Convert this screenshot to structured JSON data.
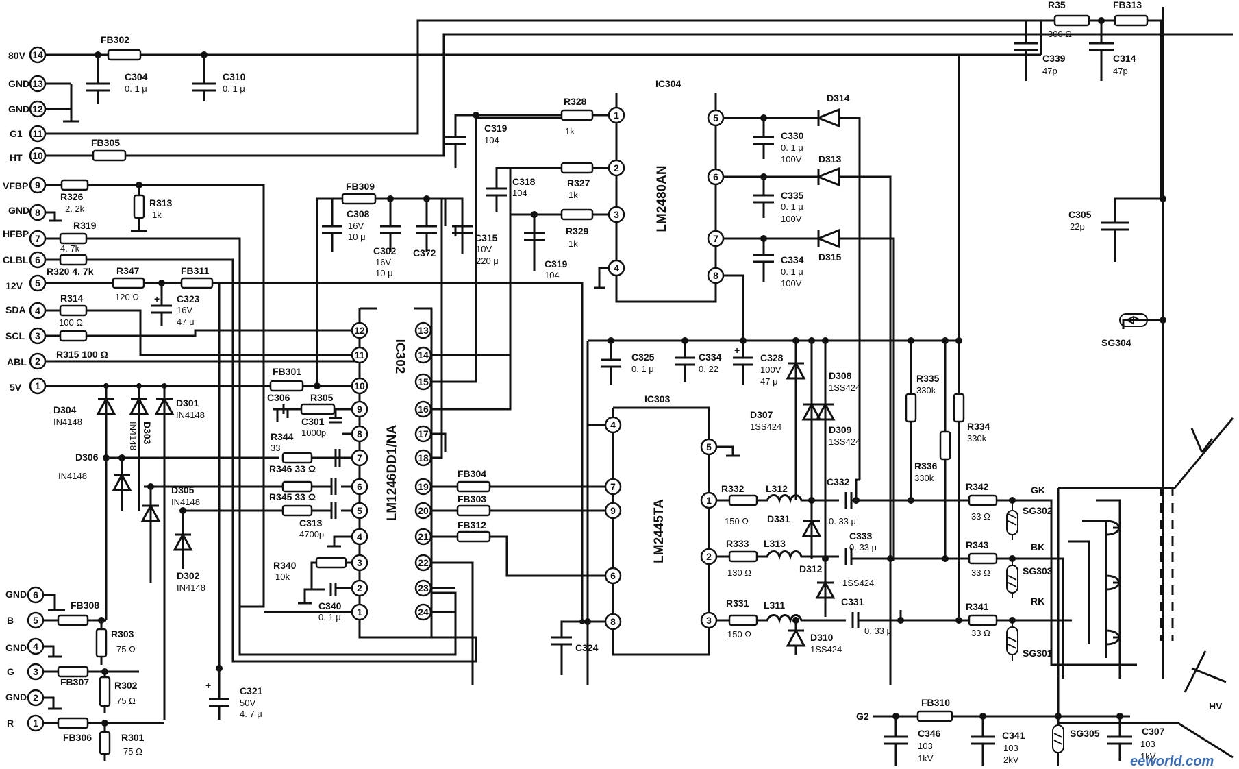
{
  "connector": [
    {
      "pin": "14",
      "net": "80V"
    },
    {
      "pin": "13",
      "net": "GND"
    },
    {
      "pin": "12",
      "net": "GND"
    },
    {
      "pin": "11",
      "net": "G1"
    },
    {
      "pin": "10",
      "net": "HT"
    },
    {
      "pin": "9",
      "net": "VFBP"
    },
    {
      "pin": "8",
      "net": "GND"
    },
    {
      "pin": "7",
      "net": "HFBP"
    },
    {
      "pin": "6",
      "net": "CLBL"
    },
    {
      "pin": "5",
      "net": "12V"
    },
    {
      "pin": "4",
      "net": "SDA"
    },
    {
      "pin": "3",
      "net": "SCL"
    },
    {
      "pin": "2",
      "net": "ABL"
    },
    {
      "pin": "1",
      "net": "5V"
    }
  ],
  "rgb_connector": [
    {
      "pin": "6",
      "net": "GND"
    },
    {
      "pin": "5",
      "net": "B"
    },
    {
      "pin": "4",
      "net": "GND"
    },
    {
      "pin": "3",
      "net": "G"
    },
    {
      "pin": "2",
      "net": "GND"
    },
    {
      "pin": "1",
      "net": "R"
    }
  ],
  "ics": {
    "ic302": {
      "ref": "IC302",
      "part": "LM1246DD1/NA",
      "left_pins": [
        "12",
        "11",
        "10",
        "9",
        "8",
        "7",
        "6",
        "5",
        "4",
        "3",
        "2",
        "1"
      ],
      "right_pins": [
        "13",
        "14",
        "15",
        "16",
        "17",
        "18",
        "19",
        "20",
        "21",
        "22",
        "23",
        "24"
      ]
    },
    "ic304": {
      "ref": "IC304",
      "part": "LM2480AN",
      "left_pins": [
        "1",
        "2",
        "3",
        "4"
      ],
      "right_pins": [
        "5",
        "6",
        "7",
        "8"
      ]
    },
    "ic303": {
      "ref": "IC303",
      "part": "LM2445TA",
      "left_pins": [
        "4",
        "7",
        "9",
        "6",
        "8"
      ],
      "right_pins": [
        "5",
        "1",
        "2",
        "3"
      ]
    }
  },
  "labels": {
    "fb302": "FB302",
    "c304": "C304",
    "c304v": "0. 1 μ",
    "c310": "C310",
    "c310v": "0. 1 μ",
    "fb305": "FB305",
    "r326": "R326",
    "r326v": "2. 2k",
    "r313": "R313",
    "r313v": "1k",
    "r319": "R319",
    "r319v": "4. 7k",
    "r320": "R320  4. 7k",
    "r347": "R347",
    "r347v": "120 Ω",
    "fb311": "FB311",
    "c323": "C323",
    "c323v1": "16V",
    "c323v2": "47 μ",
    "r314": "R314",
    "r314v": "100 Ω",
    "r315": "R315  100 Ω",
    "fb309": "FB309",
    "c308": "C308",
    "c308v1": "16V",
    "c308v2": "10 μ",
    "c302": "C302",
    "c302v1": "16V",
    "c302v2": "10 μ",
    "c372": "C372",
    "c315": "C315",
    "c315v1": "10V",
    "c315v2": "220 μ",
    "c319a": "C319",
    "c319av": "104",
    "c318": "C318",
    "c318v": "104",
    "c319b": "C319",
    "c319bv": "104",
    "r328": "R328",
    "r328v": "1k",
    "r327": "R327",
    "r327v": "1k",
    "r329": "R329",
    "r329v": "1k",
    "d314": "D314",
    "d313": "D313",
    "d315": "D315",
    "c330": "C330",
    "c330v1": "0. 1 μ",
    "c330v2": "100V",
    "c335": "C335",
    "c335v1": "0. 1 μ",
    "c335v2": "100V",
    "c334a": "C334",
    "c334av1": "0. 1 μ",
    "c334av2": "100V",
    "c325": "C325",
    "c325v": "0. 1 μ",
    "c334b": "C334",
    "c334bv": "0. 22",
    "c328": "C328",
    "c328v1": "100V",
    "c328v2": "47 μ",
    "d308": "D308",
    "d308v": "1SS424",
    "d307": "D307",
    "d307v": "1SS424",
    "d309": "D309",
    "d309v": "1SS424",
    "r335": "R335",
    "r335v": "330k",
    "r334": "R334",
    "r334v": "330k",
    "r336": "R336",
    "r336v": "330k",
    "fb301": "FB301",
    "c306": "C306",
    "r305": "R305",
    "c301": "C301",
    "c301v": "1000p",
    "r344": "R344",
    "r344v": "33",
    "r346": "R346  33 Ω",
    "r345": "R345  33 Ω",
    "c313": "C313",
    "c313v": "4700p",
    "r340": "R340",
    "r340v": "10k",
    "c340": "C340",
    "c340v": "0. 1 μ",
    "fb304": "FB304",
    "fb303": "FB303",
    "fb312": "FB312",
    "d304": "D304",
    "d304v": "IN4148",
    "d303": "D303",
    "d303v": "IN4148",
    "d301": "D301",
    "d301v": "IN4148",
    "d306": "D306",
    "d306v": "IN4148",
    "d305": "D305",
    "d305v": "IN4148",
    "d302": "D302",
    "d302v": "IN4148",
    "fb308": "FB308",
    "fb307": "FB307",
    "fb306": "FB306",
    "r303": "R303",
    "r303v": "75 Ω",
    "r302": "R302",
    "r302v": "75 Ω",
    "r301": "R301",
    "r301v": "75 Ω",
    "c321": "C321",
    "c321v1": "50V",
    "c321v2": "4. 7 μ",
    "c324": "C324",
    "r332": "R332",
    "r332v": "150 Ω",
    "l312": "L312",
    "d331": "D331",
    "r333": "R333",
    "r333v": "130 Ω",
    "l313": "L313",
    "d312": "D312",
    "d312v": "1SS424",
    "r331": "R331",
    "r331v": "150 Ω",
    "l311": "L311",
    "d310": "D310",
    "d310v": "1SS424",
    "c332": "C332",
    "c332v": "0. 33 μ",
    "c333": "C333",
    "c333v": "0. 33 μ",
    "c331": "C331",
    "c331v": "0. 33 μ",
    "r342": "R342",
    "r342v": "33 Ω",
    "r343": "R343",
    "r343v": "33 Ω",
    "r341": "R341",
    "r341v": "33 Ω",
    "gk": "GK",
    "bk": "BK",
    "rk": "RK",
    "sg302": "SG302",
    "sg303": "SG303",
    "sg301": "SG301",
    "sg304": "SG304",
    "sg305": "SG305",
    "r35": "R35",
    "r35v": "300 Ω",
    "fb313": "FB313",
    "c339": "C339",
    "c339v": "47p",
    "c314": "C314",
    "c314v": "47p",
    "c305": "C305",
    "c305v": "22p",
    "g2": "G2",
    "fb310": "FB310",
    "c346": "C346",
    "c346v1": "103",
    "c346v2": "1kV",
    "c341": "C341",
    "c341v1": "103",
    "c341v2": "2kV",
    "c307": "C307",
    "c307v1": "103",
    "c307v2": "1kV",
    "hv": "HV",
    "watermark": "eeworld.com"
  }
}
